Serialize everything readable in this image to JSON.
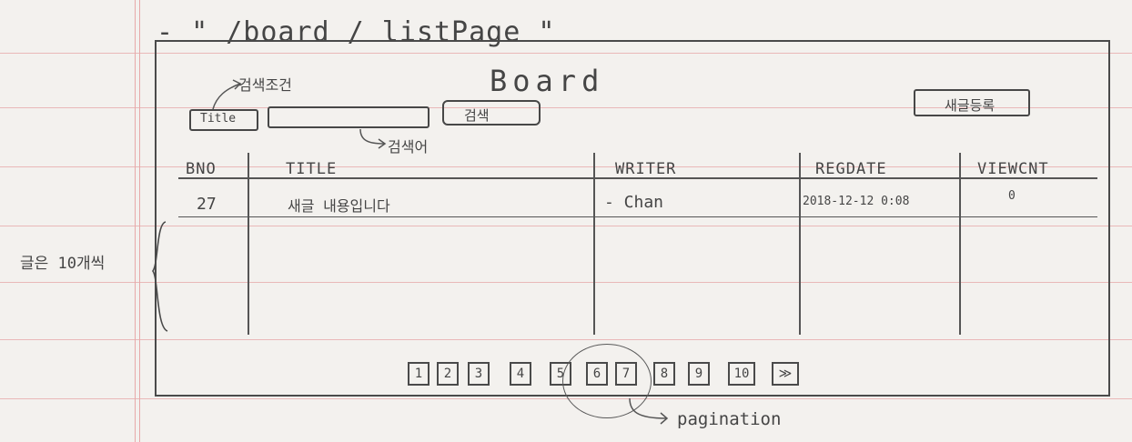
{
  "header": {
    "url": "- \" /board / listPage \""
  },
  "board": {
    "title": "Board"
  },
  "search": {
    "condition_label": "Title",
    "condition_note": "검색조건",
    "keyword_note": "검색어",
    "search_button": "검색"
  },
  "register_button": "새글등록",
  "table": {
    "columns": [
      "BNO",
      "TITLE",
      "WRITER",
      "REGDATE",
      "VIEWCNT"
    ],
    "rows": [
      {
        "bno": "27",
        "title": "새글 내용입니다",
        "writer": "- Chan",
        "regdate": "2018-12-12 0:08",
        "viewcnt": "0"
      }
    ]
  },
  "side_note": "글은 10개씩",
  "pagination": {
    "pages": [
      "1",
      "2",
      "3",
      "4",
      "5",
      "6",
      "7",
      "8",
      "9",
      "10"
    ],
    "next": "≫",
    "note": "pagination"
  }
}
